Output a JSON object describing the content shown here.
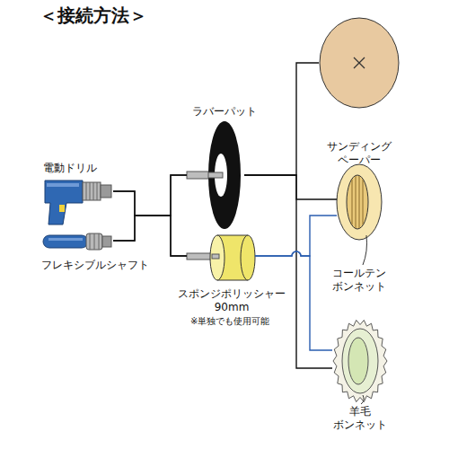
{
  "diagram": {
    "title": "＜接続方法＞",
    "nodes": [
      {
        "text": [
          "電動ドリル"
        ]
      },
      {
        "text": [
          "フレキシブルシャフト"
        ]
      },
      {
        "text": [
          "ラバーパット"
        ]
      },
      {
        "text": [
          "スポンジポリッシャー 90mm"
        ]
      },
      {
        "text": [
          "サンディング ペーパー"
        ]
      },
      {
        "text": [
          "コールテン ボンネット"
        ]
      },
      {
        "text": [
          "羊毛 ボンネット"
        ]
      }
    ],
    "edges": [
      {
        "from": 0,
        "to": 2,
        "arrow": "none"
      },
      {
        "from": 0,
        "to": 3,
        "arrow": "none"
      },
      {
        "from": 1,
        "to": 2,
        "arrow": "none"
      },
      {
        "from": 1,
        "to": 3,
        "arrow": "none"
      },
      {
        "from": 2,
        "to": 4,
        "arrow": "none"
      },
      {
        "from": 2,
        "to": 5,
        "arrow": "none"
      },
      {
        "from": 2,
        "to": 6,
        "arrow": "none"
      },
      {
        "from": 3,
        "to": 5,
        "arrow": "none"
      },
      {
        "from": 3,
        "to": 6,
        "arrow": "none"
      }
    ],
    "labels": [
      "※単独でも使用可能"
    ]
  }
}
